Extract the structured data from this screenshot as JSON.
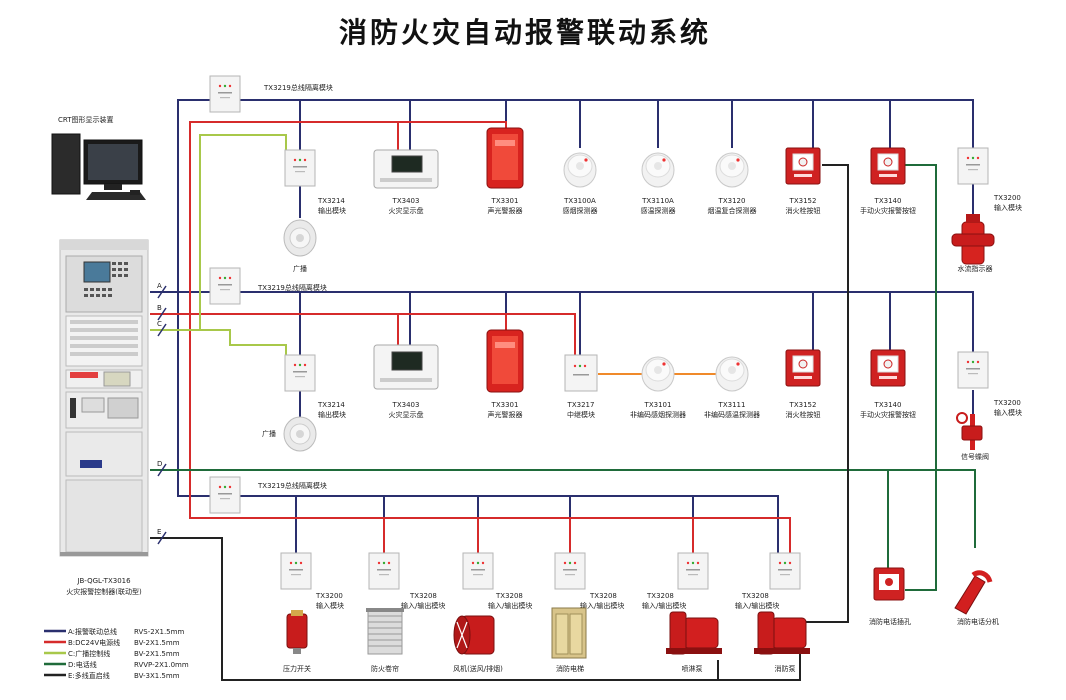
{
  "title": "消防火灾自动报警联动系统",
  "crt": {
    "label": "CRT图形显示装置"
  },
  "controller": {
    "model": "JB-QGL-TX3016",
    "name": "火灾报警控制器(联动型)"
  },
  "bus_letters": {
    "a": "A",
    "b": "B",
    "c": "C",
    "d": "D",
    "e": "E"
  },
  "isolators": {
    "row1": "TX3219总线隔离模块",
    "row2": "TX3219总线隔离模块",
    "row3": "TX3219总线隔离模块"
  },
  "row1": {
    "output": {
      "model": "TX3214",
      "name": "输出模块"
    },
    "speaker": "广播",
    "display": {
      "model": "TX3403",
      "name": "火灾显示盘"
    },
    "alarm": {
      "model": "TX3301",
      "name": "声光警报器"
    },
    "smoke": {
      "model": "TX3100A",
      "name": "感烟探测器"
    },
    "heat": {
      "model": "TX3110A",
      "name": "感温探测器"
    },
    "combo": {
      "model": "TX3120",
      "name": "烟温复合探测器"
    },
    "hydrant": {
      "model": "TX3152",
      "name": "消火栓按钮"
    },
    "manual": {
      "model": "TX3140",
      "name": "手动火灾报警按钮"
    },
    "input": {
      "model": "TX3200",
      "name": "输入模块"
    },
    "flow": "水流指示器"
  },
  "row2": {
    "output": {
      "model": "TX3214",
      "name": "输出模块"
    },
    "speaker": "广播",
    "display": {
      "model": "TX3403",
      "name": "火灾显示盘"
    },
    "alarm": {
      "model": "TX3301",
      "name": "声光警报器"
    },
    "repeater": {
      "model": "TX3217",
      "name": "中继模块"
    },
    "smoke": {
      "model": "TX3101",
      "name": "非编码感烟探测器"
    },
    "heat": {
      "model": "TX3111",
      "name": "非编码感温探测器"
    },
    "hydrant": {
      "model": "TX3152",
      "name": "消火栓按钮"
    },
    "manual": {
      "model": "TX3140",
      "name": "手动火灾报警按钮"
    },
    "input": {
      "model": "TX3200",
      "name": "输入模块"
    },
    "valve": "信号蝶阀"
  },
  "row3": {
    "input": {
      "model": "TX3200",
      "name": "输入模块",
      "device": "压力开关"
    },
    "io1": {
      "model": "TX3208",
      "name": "输入/输出模块",
      "device": "防火卷帘"
    },
    "io2": {
      "model": "TX3208",
      "name": "输入/输出模块",
      "device": "风机(送风/排烟)"
    },
    "io3": {
      "model": "TX3208",
      "name": "输入/输出模块",
      "device": "消防电梯"
    },
    "io4": {
      "model": "TX3208",
      "name": "输入/输出模块",
      "device": "喷淋泵"
    },
    "io5": {
      "model": "TX3208",
      "name": "输入/输出模块",
      "device": "消防泵"
    },
    "phone_jack": "消防电话插孔",
    "phone_ext": "消防电话分机"
  },
  "legend": [
    {
      "key": "A:报警联动总线",
      "spec": "RVS-2X1.5mm",
      "color": "#2a2f6e"
    },
    {
      "key": "B:DC24V电源线",
      "spec": "BV-2X1.5mm",
      "color": "#d62b2b"
    },
    {
      "key": "C:广播控制线",
      "spec": "BV-2X1.5mm",
      "color": "#a8c84a"
    },
    {
      "key": "D:电话线",
      "spec": "RVVP-2X1.0mm",
      "color": "#1f6b3a"
    },
    {
      "key": "E:多线直启线",
      "spec": "BV-3X1.5mm",
      "color": "#222222"
    }
  ],
  "colors": {
    "bus_a": "#2a2f6e",
    "bus_b": "#d62b2b",
    "bus_c": "#a8c84a",
    "bus_d": "#1f6b3a",
    "bus_e": "#222222",
    "orange": "#f08a2a"
  }
}
